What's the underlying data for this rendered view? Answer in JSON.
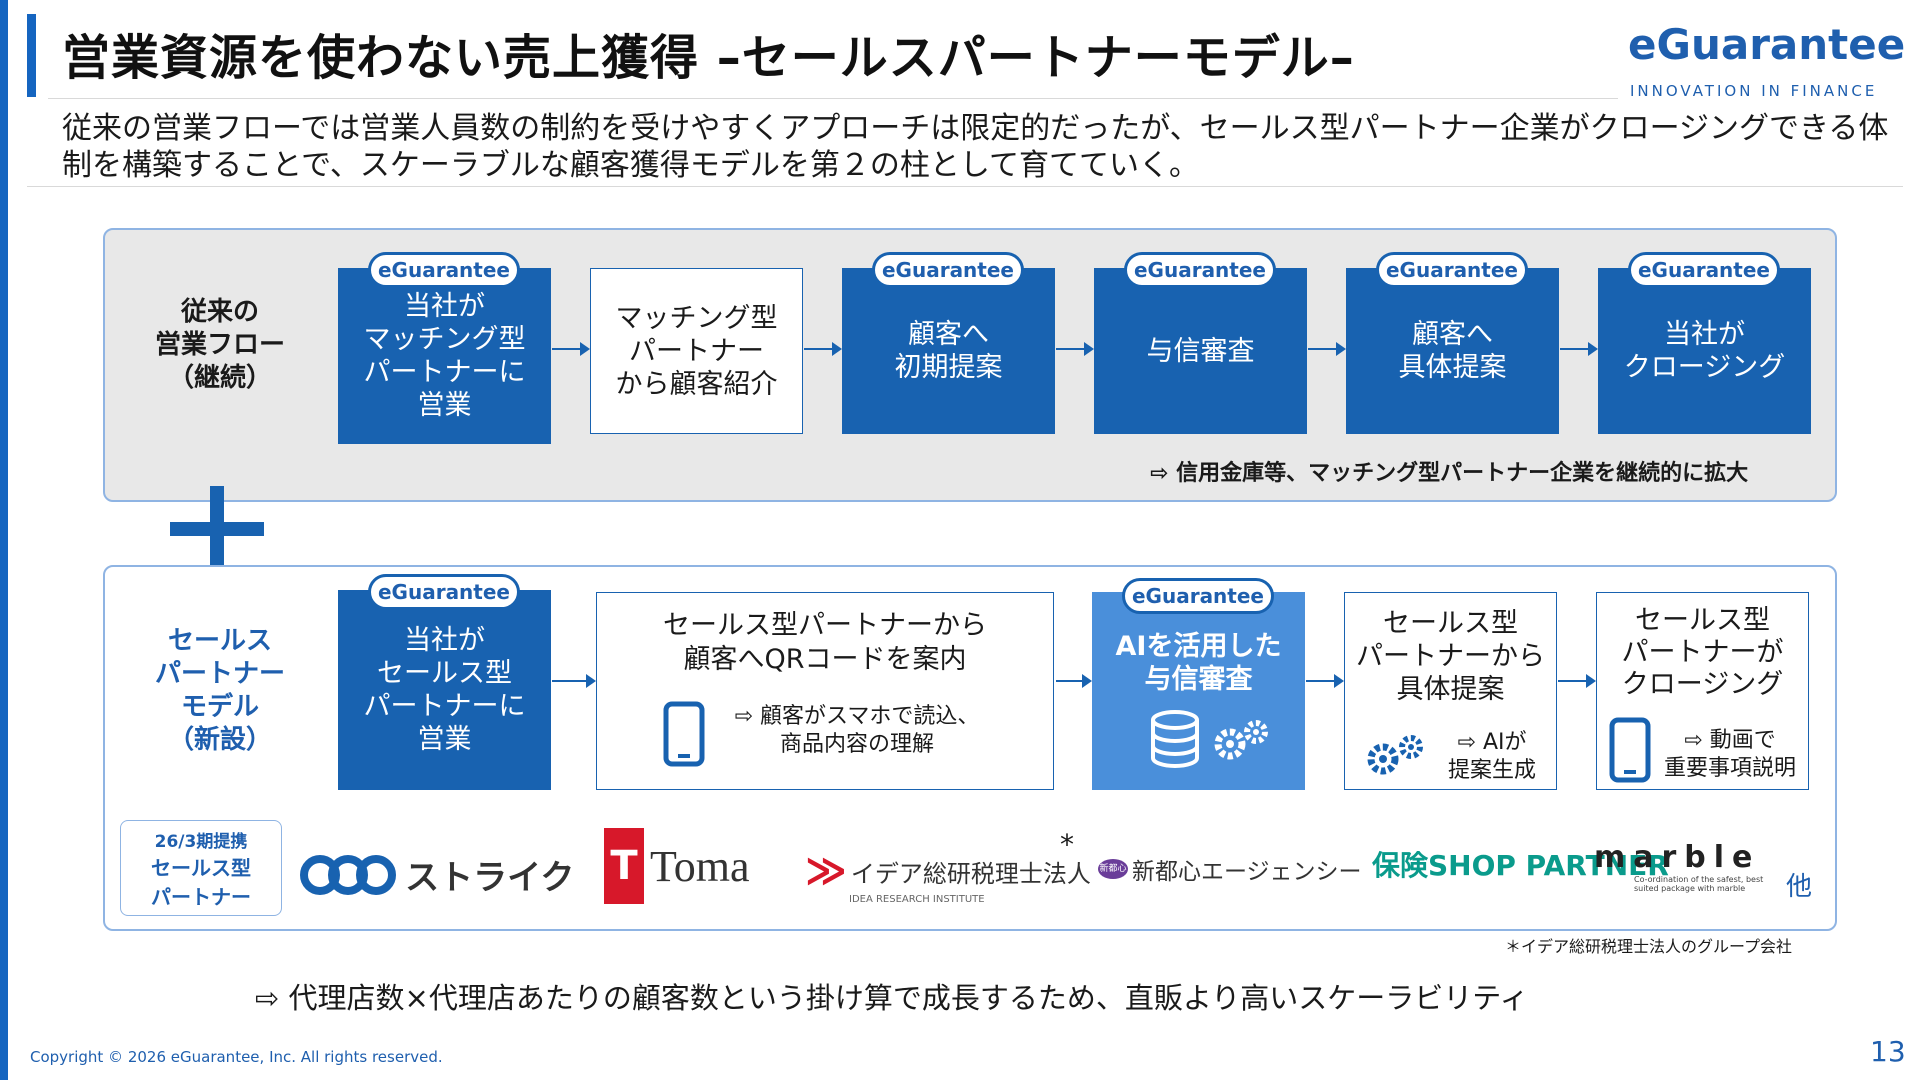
{
  "header": {
    "title": "営業資源を使わない売上獲得 –セールスパートナーモデル–",
    "logo_text": "eGuarantee",
    "logo_sub": "INNOVATION IN FINANCE"
  },
  "subtitle": "従来の営業フローでは営業人員数の制約を受けやすくアプローチは限定的だったが、セールス型パートナー企業がクロージングできる体制を構築することで、スケーラブルな顧客獲得モデルを第２の柱として育てていく。",
  "tag_label": "eGuarantee",
  "traditional": {
    "label_lines": [
      "従来の",
      "営業フロー",
      "（継続）"
    ],
    "steps": [
      {
        "lines": [
          "当社が",
          "マッチング型",
          "パートナーに",
          "営業"
        ]
      },
      {
        "lines": [
          "マッチング型",
          "パートナー",
          "から顧客紹介"
        ]
      },
      {
        "lines": [
          "顧客へ",
          "初期提案"
        ]
      },
      {
        "lines": [
          "与信審査"
        ]
      },
      {
        "lines": [
          "顧客へ",
          "具体提案"
        ]
      },
      {
        "lines": [
          "当社が",
          "クロージング"
        ]
      }
    ],
    "note": "⇨ 信用金庫等、マッチング型パートナー企業を継続的に拡大"
  },
  "new_model": {
    "label_lines": [
      "セールス",
      "パートナー",
      "モデル",
      "（新設）"
    ],
    "steps": [
      {
        "lines": [
          "当社が",
          "セールス型",
          "パートナーに",
          "営業"
        ]
      },
      {
        "lines": [
          "セールス型パートナーから",
          "顧客へQRコードを案内"
        ],
        "sub": [
          "⇨ 顧客がスマホで読込、",
          "商品内容の理解"
        ]
      },
      {
        "lines": [
          "AIを活用した",
          "与信審査"
        ]
      },
      {
        "lines": [
          "セールス型",
          "パートナーから",
          "具体提案"
        ],
        "sub": [
          "⇨ AIが",
          "提案生成"
        ]
      },
      {
        "lines": [
          "セールス型",
          "パートナーが",
          "クロージング"
        ],
        "sub": [
          "⇨ 動画で",
          "重要事項説明"
        ]
      }
    ]
  },
  "partners": {
    "label_lines": [
      "26/3期提携",
      "セールス型",
      "パートナー"
    ],
    "logos": [
      "ストライク",
      "Toma",
      "イデア総研税理士法人",
      "新都心エージェンシー",
      "保険SHOP PARTNER",
      "marble"
    ],
    "toma_brand": "T",
    "idea_sub": "IDEA RESEARCH INSTITUTE",
    "shinto_mark": "新都心",
    "marble_sub": "Co-ordination of the safest, best suited package with marble",
    "asterisk": "*",
    "other": "他",
    "footnote": "＊イデア総研税理士法人のグループ会社"
  },
  "conclusion": "⇨ 代理店数×代理店あたりの顧客数という掛け算で成長するため、直販より高いスケーラビリティ",
  "footer": {
    "copyright": "Copyright © 2026 eGuarantee, Inc. All rights reserved.",
    "page_number": "13"
  },
  "colors": {
    "accent": "#1862b0",
    "accent_light": "#4a8fda",
    "panel_gray": "#e8e8e8",
    "panel_border": "#8fb4e3"
  }
}
